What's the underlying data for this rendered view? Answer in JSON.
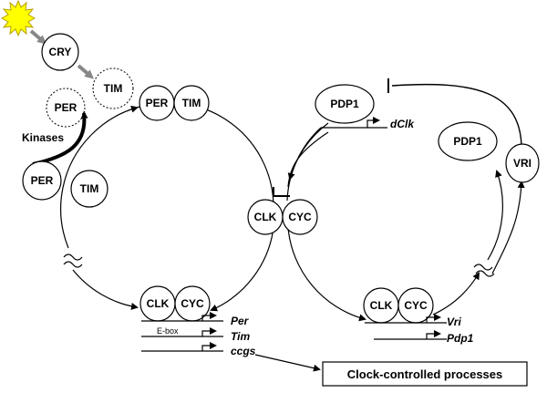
{
  "nodes": {
    "cry": "CRY",
    "tim_degraded": "TIM",
    "per_degraded": "PER",
    "kinases": "Kinases",
    "per_left": "PER",
    "tim_left": "TIM",
    "per_top": "PER",
    "tim_top": "TIM",
    "clk_mid": "CLK",
    "cyc_mid": "CYC",
    "clk_bottom_left": "CLK",
    "cyc_bottom_left": "CYC",
    "pdp1_top": "PDP1",
    "pdp1_right": "PDP1",
    "vri": "VRI",
    "clk_bottom_right": "CLK",
    "cyc_bottom_right": "CYC"
  },
  "genes": {
    "dclk": "dClk",
    "per": "Per",
    "tim": "Tim",
    "ccgs": "ccgs",
    "vri": "Vri",
    "pdp1": "Pdp1"
  },
  "ebox": "E-box",
  "output_box": "Clock-controlled processes",
  "colors": {
    "sun_fill": "#ffff00",
    "sun_stroke": "#b8a000",
    "gray_arrow": "#888888",
    "line": "#000000"
  }
}
